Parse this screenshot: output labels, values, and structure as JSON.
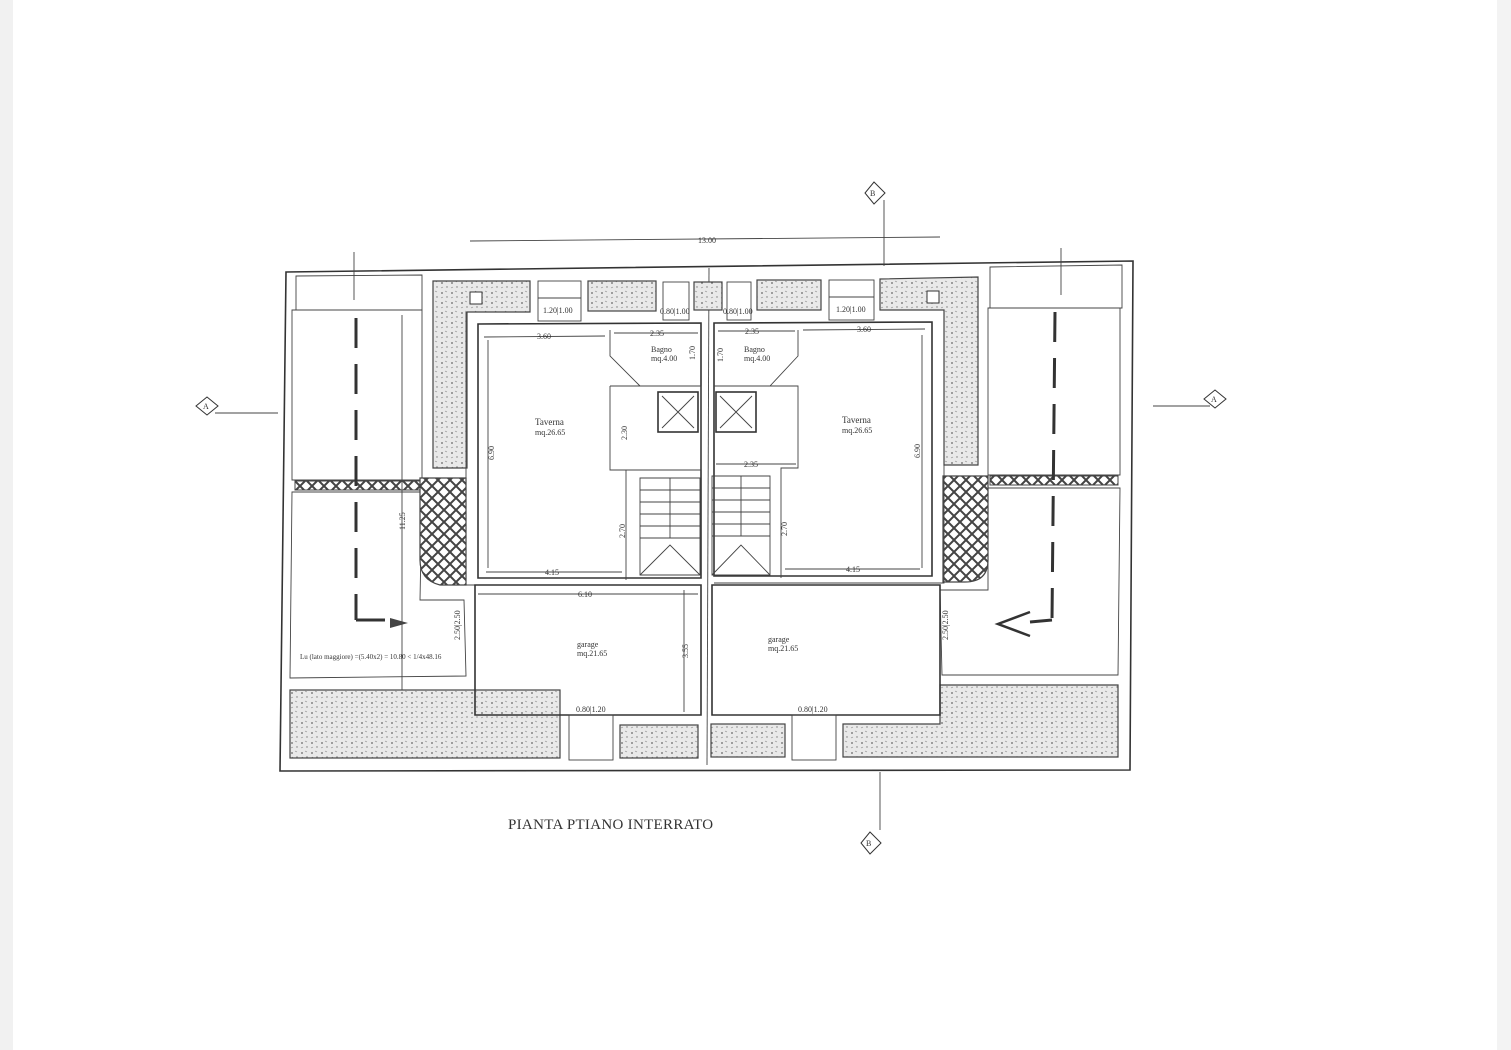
{
  "title": "PIANTA PTIANO INTERRATO",
  "overall_dimension": "13.00",
  "section_markers": {
    "a": "A",
    "b": "B"
  },
  "rooms": {
    "taverna_left": {
      "name": "Taverna",
      "area": "mq.26.65"
    },
    "taverna_right": {
      "name": "Taverna",
      "area": "mq.26.65"
    },
    "bagno_left": {
      "name": "Bagno",
      "area": "mq.4.00"
    },
    "bagno_right": {
      "name": "Bagno",
      "area": "mq.4.00"
    },
    "garage_left": {
      "name": "garage",
      "area": "mq.21.65"
    },
    "garage_right": {
      "name": "garage",
      "area": "mq.21.65"
    }
  },
  "dimensions": {
    "taverna_width": "3.60",
    "bagno_width": "2.35",
    "bagno_depth": "1.70",
    "taverna_depth": "6.90",
    "stair_hall": "2.30",
    "stair_width": "2.35",
    "lower_depth": "2.70",
    "taverna_bottom": "4.15",
    "garage_width": "6.10",
    "garage_depth": "3.55",
    "window_top": "1.20|1.00",
    "window_small": "0.80|1.00",
    "window_garage": "0.80|1.20",
    "ramp_length": "11.25",
    "ramp_gap": "2.50|2.50"
  },
  "note": "Lu (lato maggiore) =(5.40x2) = 10.80 < 1/4x48.16"
}
